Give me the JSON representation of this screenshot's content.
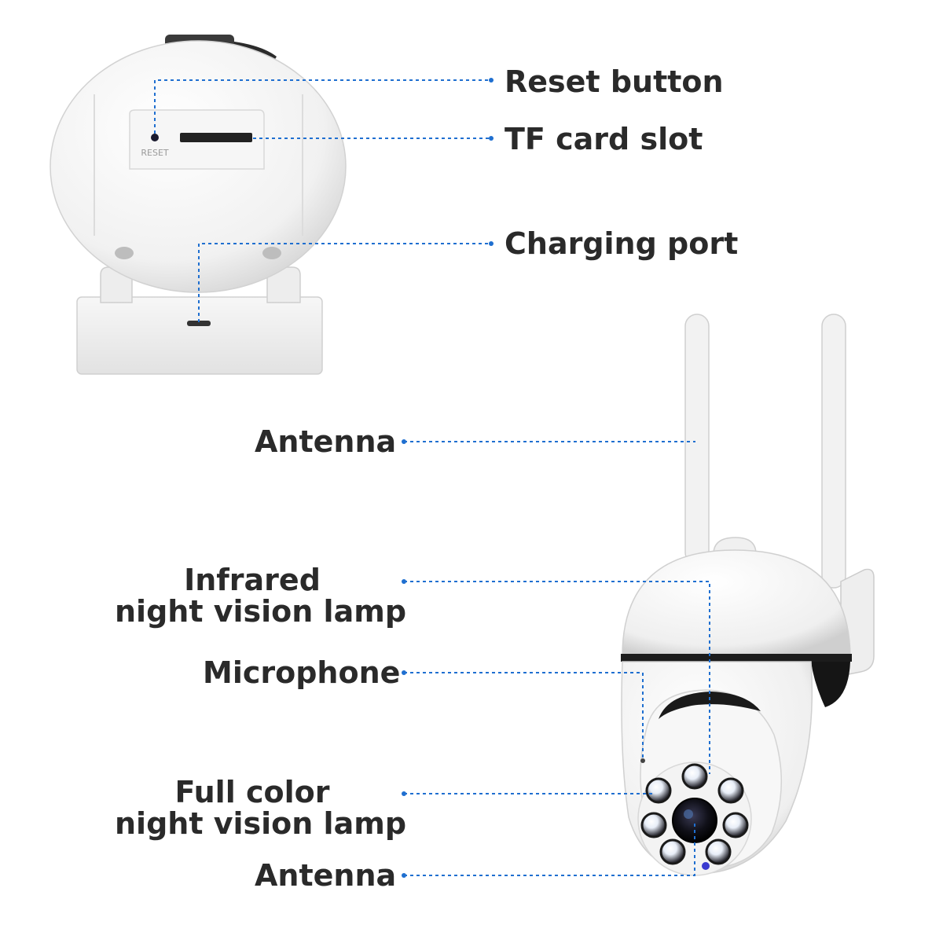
{
  "colors": {
    "leader": "#1f6fd0",
    "text": "#2a2a2a",
    "device_white": "#f4f4f4",
    "device_shadow": "#d9d9d9",
    "lens_dark": "#1b1b1b"
  },
  "top_device": {
    "reset_marking": "RESET",
    "callouts": [
      {
        "id": "reset",
        "label": "Reset button"
      },
      {
        "id": "tf",
        "label": "TF card slot"
      },
      {
        "id": "charging",
        "label": "Charging port"
      }
    ]
  },
  "bottom_device": {
    "callouts": [
      {
        "id": "antenna-top",
        "label": "Antenna"
      },
      {
        "id": "infrared",
        "line1": "Infrared",
        "line2": "night vision lamp"
      },
      {
        "id": "microphone",
        "label": "Microphone"
      },
      {
        "id": "fullcolor",
        "line1": "Full color",
        "line2": "night vision lamp"
      },
      {
        "id": "antenna-bottom",
        "label": "Antenna"
      }
    ]
  }
}
